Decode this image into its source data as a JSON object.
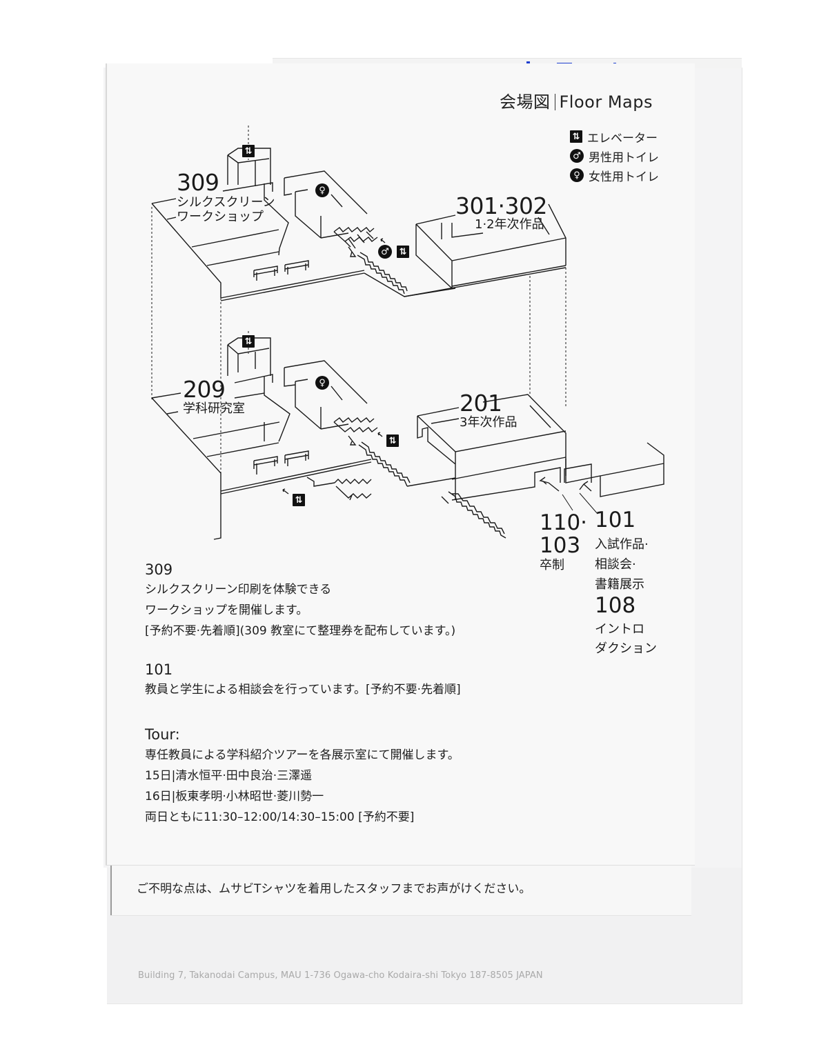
{
  "header": {
    "title_ja": "会場図",
    "title_en": "Floor Maps"
  },
  "legend": {
    "items": [
      {
        "icon": "elevator-icon",
        "glyph": "⇅",
        "label": "エレベーター"
      },
      {
        "icon": "mens-toilet-icon",
        "glyph": "♂",
        "label": "男性用トイレ"
      },
      {
        "icon": "womens-toilet-icon",
        "glyph": "♀",
        "label": "女性用トイレ"
      }
    ]
  },
  "map": {
    "floor3": {
      "room309": {
        "number": "309",
        "name_line1": "シルクスクリーン",
        "name_line2": "ワークショップ"
      },
      "room301_302": {
        "number": "301·302",
        "name": "1·2年次作品"
      }
    },
    "floor2": {
      "room209": {
        "number": "209",
        "name": "学科研究室"
      },
      "room201": {
        "number": "201",
        "name": "3年次作品"
      }
    },
    "floor1": {
      "room110_103": {
        "number_line1": "110·",
        "number_line2": "103",
        "name": "卒制"
      },
      "room101": {
        "number": "101",
        "name_line1": "入試作品·",
        "name_line2": "相談会·",
        "name_line3": "書籍展示"
      },
      "room108": {
        "number": "108",
        "name_line1": "イントロ",
        "name_line2": "ダクション"
      }
    },
    "icons": {
      "elevator_glyph": "⇅",
      "toilet_m_glyph": "♂",
      "toilet_f_glyph": "♀"
    }
  },
  "info": {
    "section309": {
      "number": "309",
      "line1": "シルクスクリーン印刷を体験できる",
      "line2": "ワークショップを開催します。",
      "line3": "[予約不要·先着順](309 教室にて整理券を配布しています。)"
    },
    "section101": {
      "number": "101",
      "line1": "教員と学生による相談会を行っています。[予約不要·先着順]"
    },
    "tour": {
      "heading": "Tour:",
      "line1": "専任教員による学科紹介ツアーを各展示室にて開催します。",
      "day15": "15日|清水恒平·田中良治·三澤遥",
      "day16": "16日|板東孝明·小林昭世·菱川勢一",
      "times": "両日ともに11:30–12:00/14:30–15:00 [予約不要]"
    }
  },
  "notice": {
    "text": "ご不明な点は、ムサビTシャツを着用したスタッフまでお声がけください。"
  },
  "footer": {
    "address": "Building 7, Takanodai Campus, MAU   1-736 Ogawa-cho Kodaira-shi Tokyo 187-8505 JAPAN"
  },
  "colors": {
    "ink": "#1a1a1a",
    "paper": "#f8f8f8",
    "accent_blue": "#1f3fcf",
    "address_gray": "#a9a9a9"
  }
}
